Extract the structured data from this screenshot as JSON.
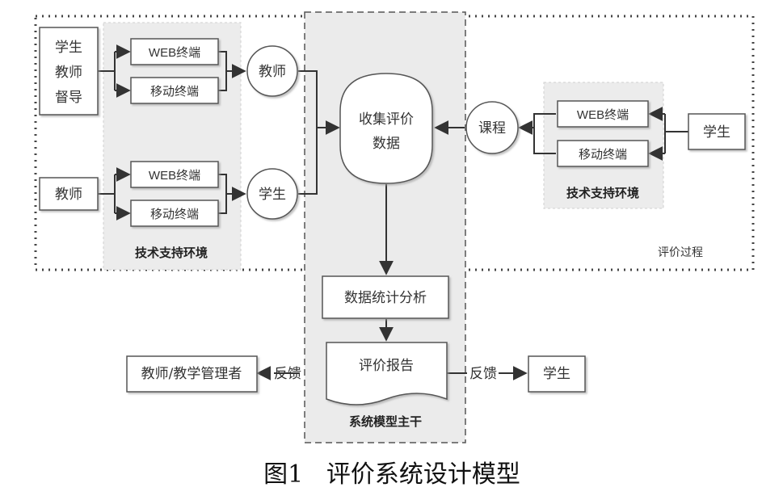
{
  "caption": "图1   评价系统设计模型",
  "left_group": {
    "source_lines": [
      "学生",
      "教师",
      "督导"
    ],
    "teacher_source": "教师",
    "terminal_web_1": "WEB终端",
    "terminal_mobile_1": "移动终端",
    "terminal_web_2": "WEB终端",
    "terminal_mobile_2": "移动终端",
    "env_label": "技术支持环境",
    "evaluator_teacher": "教师",
    "evaluator_student": "学生"
  },
  "center": {
    "collect_lines": [
      "收集评价",
      "数据"
    ],
    "analysis": "数据统计分析",
    "report": "评价报告",
    "backbone_label": "系统模型主干"
  },
  "right_group": {
    "course": "课程",
    "terminal_web": "WEB终端",
    "terminal_mobile": "移动终端",
    "env_label": "技术支持环境",
    "student_source": "学生"
  },
  "process_label": "评价过程",
  "feedback": {
    "left_target": "教师/教学管理者",
    "left_label": "反馈",
    "right_label": "反馈",
    "right_target": "学生"
  }
}
